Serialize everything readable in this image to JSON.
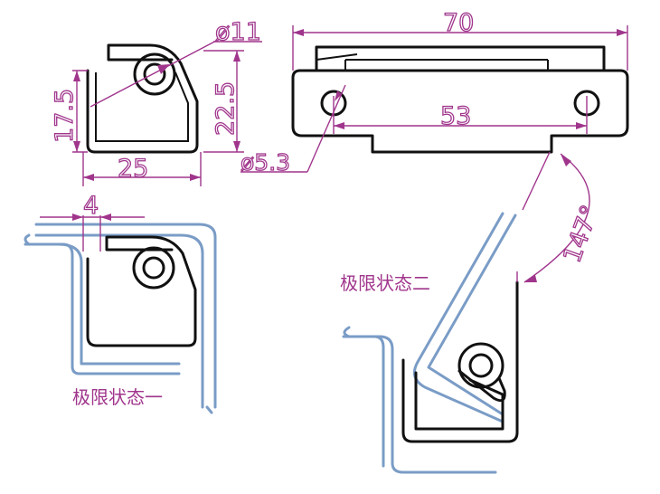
{
  "dimensions": {
    "hole_diameter": "ø11",
    "height_left": "17.5",
    "height_right": "22.5",
    "width_side": "25",
    "width_total": "70",
    "hole_spacing": "53",
    "mount_hole": "ø5.3",
    "offset": "4",
    "angle": "147°"
  },
  "labels": {
    "limit_state_1": "极限状态一",
    "limit_state_2": "极限状态二"
  },
  "colors": {
    "part": "#111111",
    "plate": "#7a9cc6",
    "dimension": "#a0358c"
  }
}
